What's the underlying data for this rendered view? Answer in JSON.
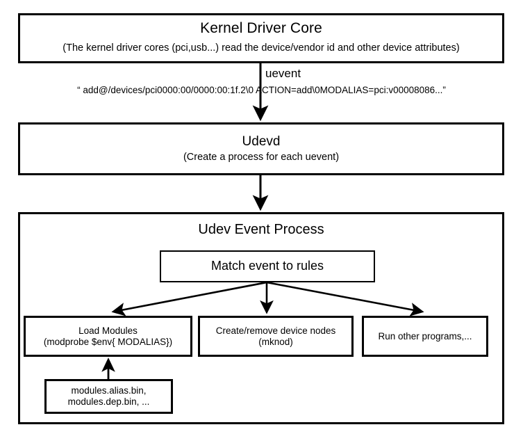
{
  "diagram": {
    "title": "udev event flow",
    "colors": {
      "stroke": "#000000",
      "background": "#ffffff"
    },
    "nodes": {
      "kernel_driver_core": {
        "title": "Kernel Driver Core",
        "subtitle": "(The kernel driver cores (pci,usb...) read the device/vendor id and other device attributes)"
      },
      "udevd": {
        "title": "Udevd",
        "subtitle": "(Create a process for each uevent)"
      },
      "udev_event_process": {
        "title": "Udev Event Process"
      },
      "match_event_to_rules": {
        "title": "Match event to rules"
      },
      "load_modules": {
        "line1": "Load Modules",
        "line2": "(modprobe $env{ MODALIAS})"
      },
      "create_remove_device_nodes": {
        "line1": "Create/remove device nodes",
        "line2": "(mknod)"
      },
      "run_other_programs": {
        "line1": "Run other programs,..."
      },
      "modules_files": {
        "line1": "modules.alias.bin,",
        "line2": "modules.dep.bin, ..."
      }
    },
    "edges": {
      "uevent_label": "uevent",
      "uevent_payload": "“ add@/devices/pci0000:00/0000:00:1f.2\\0 ACTION=add\\0MODALIAS=pci:v00008086...”"
    }
  }
}
